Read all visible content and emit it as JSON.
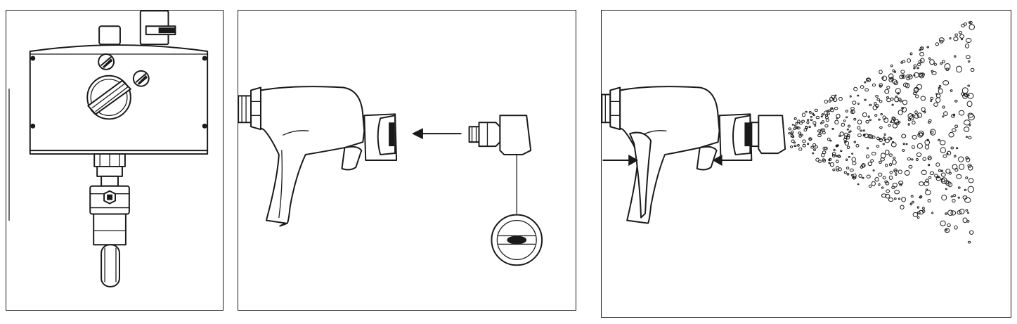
{
  "figure": {
    "panels": [
      {
        "id": "panel-1",
        "content": "valve-unit"
      },
      {
        "id": "panel-2",
        "content": "nozzle-insertion"
      },
      {
        "id": "panel-3",
        "content": "spray-operation"
      }
    ],
    "colors": {
      "line": "#1a1a1a",
      "background": "#ffffff"
    },
    "icons": [
      "spray-selector-dial-icon",
      "left-arrow-icon",
      "right-arrow-icon",
      "spray-droplets-icon"
    ]
  }
}
